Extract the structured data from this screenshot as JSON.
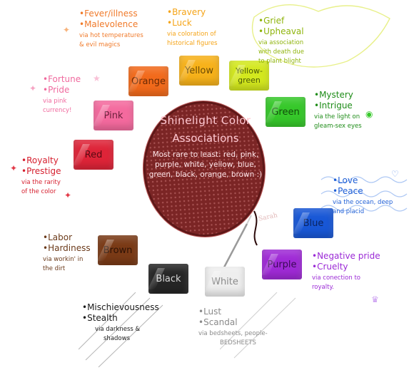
{
  "center": {
    "title": "Shinelight Color",
    "subtitle": "Associations",
    "body": "Most rare to least: red, pink, purple, white, yellow, blue, green, black, orange, brown :)",
    "colors": {
      "fill": "#7b2525",
      "text": "#ffc8d2"
    }
  },
  "swatches": [
    {
      "id": "orange",
      "label": "Orange",
      "color": "#f26a1b",
      "text_color": "#6b2a05"
    },
    {
      "id": "yellow",
      "label": "Yellow",
      "color": "#f7b21a",
      "text_color": "#6b4a05"
    },
    {
      "id": "yellow-green",
      "label": "Yellow-green",
      "label_lines": [
        "Yellow-",
        "green"
      ],
      "color": "#d3e81e",
      "text_color": "#4b5a07"
    },
    {
      "id": "pink",
      "label": "Pink",
      "color": "#f46a9e",
      "text_color": "#6b1f3a"
    },
    {
      "id": "green",
      "label": "Green",
      "color": "#36c82a",
      "text_color": "#114d0b"
    },
    {
      "id": "red",
      "label": "Red",
      "color": "#de2438",
      "text_color": "#5a0a12"
    },
    {
      "id": "blue",
      "label": "Blue",
      "color": "#1857d6",
      "text_color": "#0b2460"
    },
    {
      "id": "brown",
      "label": "Brown",
      "color": "#7a3a16",
      "text_color": "#2e1205"
    },
    {
      "id": "purple",
      "label": "Purple",
      "color": "#9f2ad6",
      "text_color": "#3a0a54"
    },
    {
      "id": "black",
      "label": "Black",
      "color": "#262626",
      "text_color": "#d8d8d8"
    },
    {
      "id": "white",
      "label": "White",
      "color": "#eeeeee",
      "text_color": "#8a8a8a"
    }
  ],
  "notes": [
    {
      "id": "orange",
      "lines": [
        "•Fever/illness",
        "•Malevolence"
      ],
      "via": [
        "via hot temperatures",
        "& evil magics"
      ],
      "color": "#f07a2a"
    },
    {
      "id": "yellow",
      "lines": [
        "•Bravery",
        "•Luck"
      ],
      "via": [
        "via coloration of",
        "historical figures"
      ],
      "color": "#f5a417"
    },
    {
      "id": "yellow-green",
      "lines": [
        "•Grief",
        "•Upheaval"
      ],
      "via": [
        "via association",
        "with death due",
        "to plant blight"
      ],
      "color": "#8fb40c"
    },
    {
      "id": "pink",
      "lines": [
        "•Fortune",
        "•Pride"
      ],
      "via": [
        "via pink",
        "currency!"
      ],
      "color": "#f06a9e"
    },
    {
      "id": "green",
      "lines": [
        "•Mystery",
        "•Intrigue"
      ],
      "via": [
        "via the light on",
        "gleam-sex eyes"
      ],
      "color": "#1e8c18"
    },
    {
      "id": "red",
      "lines": [
        "•Royalty",
        "•Prestige"
      ],
      "via": [
        "via the rarity",
        "of the color"
      ],
      "color": "#d6202f"
    },
    {
      "id": "blue",
      "lines": [
        "•Love",
        "•Peace"
      ],
      "via": [
        "via the ocean, deep",
        "and placid"
      ],
      "color": "#1f5fd6"
    },
    {
      "id": "brown",
      "lines": [
        "•Labor",
        "•Hardiness"
      ],
      "via": [
        "via workin' in",
        "the dirt"
      ],
      "color": "#6b3a1a"
    },
    {
      "id": "purple",
      "lines": [
        "•Negative pride",
        "•Cruelty"
      ],
      "via": [
        "via conection to",
        "royalty."
      ],
      "color": "#9b2ad6"
    },
    {
      "id": "black",
      "lines": [
        "•Mischievousness",
        "•Stealth"
      ],
      "via": [
        "via darkness &",
        "shadows"
      ],
      "color": "#1a1a1a"
    },
    {
      "id": "white",
      "lines": [
        "•Lust",
        "•Scandal"
      ],
      "via": [
        "via bedsheets, people-",
        "BEDSHEETS"
      ],
      "color": "#8a8a8a"
    }
  ],
  "decorations": {
    "sparkle_glyph": "✦",
    "star_glyph": "★",
    "heart_glyph": "♡",
    "eye_glyph": "◉",
    "crown_glyph": "♛",
    "signature_text": "Sarah"
  }
}
